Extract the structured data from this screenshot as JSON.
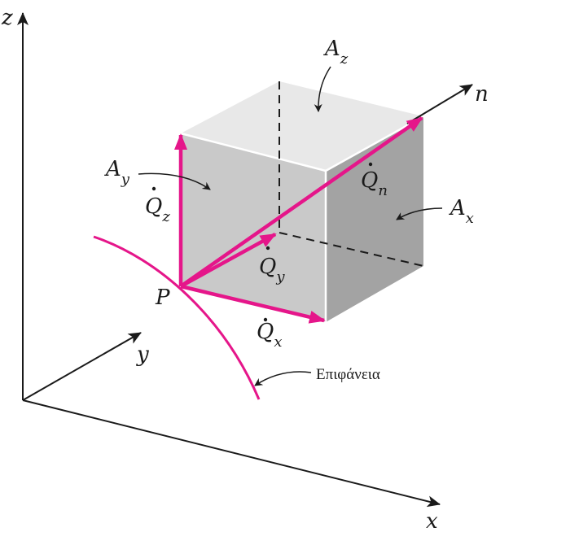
{
  "axes": {
    "z": "z",
    "y": "y",
    "x": "x",
    "n": "n"
  },
  "areas": {
    "z": {
      "base": "A",
      "sub": "z"
    },
    "y": {
      "base": "A",
      "sub": "y"
    },
    "x": {
      "base": "A",
      "sub": "x"
    }
  },
  "heat": {
    "z": {
      "base": "Q",
      "sub": "z"
    },
    "y": {
      "base": "Q",
      "sub": "y"
    },
    "x": {
      "base": "Q",
      "sub": "x"
    },
    "n": {
      "base": "Q",
      "sub": "n"
    }
  },
  "point": "P",
  "surface_label": "Επιφάνεια",
  "colors": {
    "vector": "#e5168a",
    "cube_top": "#e8e8e8",
    "cube_front": "#c9c9c9",
    "cube_right": "#a3a3a3",
    "axis": "#1a1a1a"
  }
}
